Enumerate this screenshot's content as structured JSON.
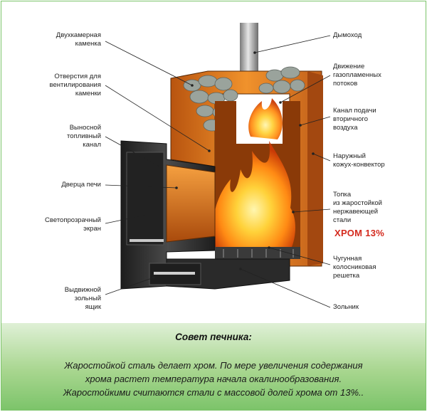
{
  "labels": {
    "left": [
      {
        "id": "double-chamber-heater",
        "lines": [
          "Двухкамерная",
          "каменка"
        ]
      },
      {
        "id": "heater-vent-holes",
        "lines": [
          "Отверстия для",
          "вентилирования",
          "каменки"
        ]
      },
      {
        "id": "remote-fuel-channel",
        "lines": [
          "Выносной",
          "топливный",
          "канал"
        ]
      },
      {
        "id": "stove-door",
        "lines": [
          "Дверца печи"
        ]
      },
      {
        "id": "transparent-screen",
        "lines": [
          "Светопрозрачный",
          "экран"
        ]
      },
      {
        "id": "ash-drawer",
        "lines": [
          "Выдвижной",
          "зольный",
          "ящик"
        ]
      }
    ],
    "right": [
      {
        "id": "chimney",
        "lines": [
          "Дымоход"
        ]
      },
      {
        "id": "gas-flame-flow",
        "lines": [
          "Движение",
          "газопламенных",
          "потоков"
        ]
      },
      {
        "id": "secondary-air-channel",
        "lines": [
          "Канал подачи",
          "вторичного",
          "воздуха"
        ]
      },
      {
        "id": "outer-convector-casing",
        "lines": [
          "Наружный",
          "кожух-конвектор"
        ]
      },
      {
        "id": "stainless-firebox",
        "lines": [
          "Топка",
          "из жаростойкой",
          "нержавеющей",
          "стали"
        ]
      },
      {
        "id": "cast-iron-grate",
        "lines": [
          "Чугунная",
          "колосниковая",
          "решетка"
        ]
      },
      {
        "id": "ash-pit",
        "lines": [
          "Зольник"
        ]
      }
    ],
    "chrome_badge": "ХРОМ 13%"
  },
  "tip": {
    "title": "Совет печника:",
    "lines": [
      "Жаростойкой сталь делает хром. По мере увеличения содержания",
      "хрома растет температура начала окалинообразования.",
      "Жаростойкими считаются стали с массовой долей хрома от 13%.."
    ]
  },
  "colors": {
    "accent_red": "#d42a1e",
    "tip_green": "#7cc46a",
    "stove_orange": "#e07a1f",
    "stove_dark": "#2b2b2b"
  }
}
